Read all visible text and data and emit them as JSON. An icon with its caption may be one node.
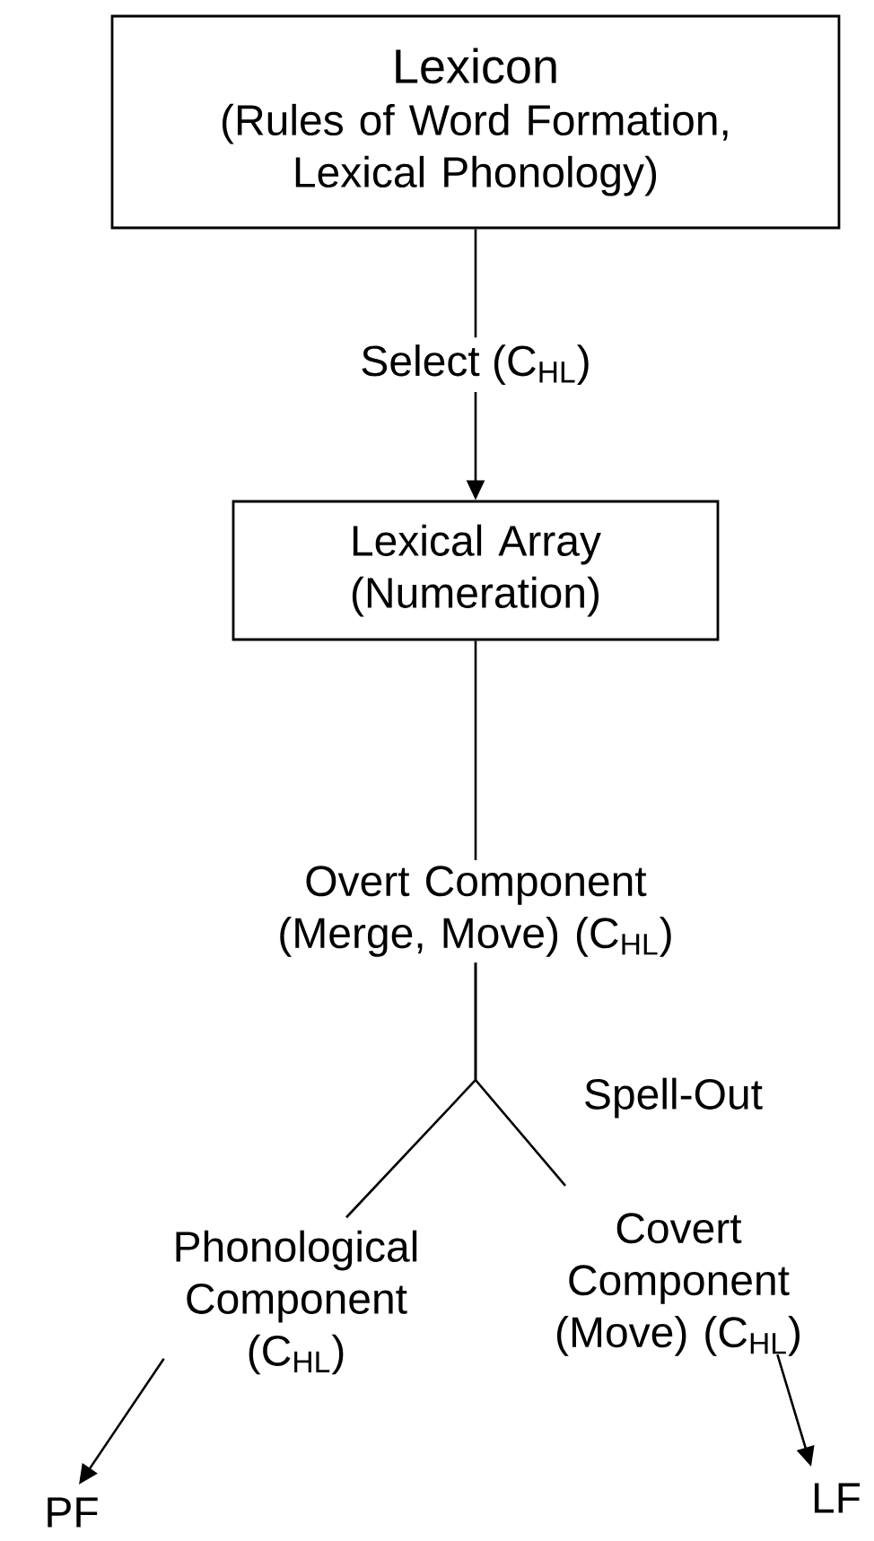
{
  "diagram": {
    "nodes": [
      {
        "text": [
          "Lexicon",
          "(Rules of Word Formation, Lexical Phonology)"
        ]
      },
      {
        "text": [
          "Lexical Array",
          "(Numeration)"
        ]
      },
      {
        "text": [
          "Overt Component (Merge, Move) (C$_{HL}$)"
        ]
      },
      {
        "text": [
          "Phonological Component (C$_{HL}$)"
        ]
      },
      {
        "text": [
          "Covert Component (Move) (C$_{HL}$)"
        ]
      },
      {
        "text": [
          "PF"
        ]
      },
      {
        "text": [
          "LF"
        ]
      }
    ],
    "edges": [
      {
        "from": 0,
        "to": 1,
        "arrow": "to",
        "label": "Select (C$_{HL}$)"
      },
      {
        "from": 1,
        "to": 2,
        "arrow": "none"
      },
      {
        "from": 2,
        "to": 3,
        "arrow": "none"
      },
      {
        "from": 2,
        "to": 4,
        "arrow": "none"
      },
      {
        "from": 3,
        "to": 5,
        "arrow": "to"
      },
      {
        "from": 4,
        "to": 6,
        "arrow": "to"
      }
    ],
    "labels": [
      "Spell-Out"
    ]
  }
}
